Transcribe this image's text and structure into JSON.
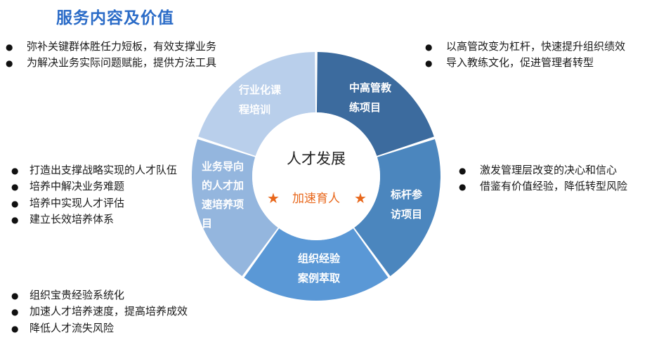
{
  "title": "服务内容及价值",
  "colors": {
    "title": "#2a6bc7",
    "accent": "#e8671b",
    "segments": [
      "#3c6b9e",
      "#4b86be",
      "#5a98d6",
      "#94b6de",
      "#b9cfeb"
    ]
  },
  "bullets_top_left": [
    "弥补关键群体胜任力短板，有效支撑业务",
    "为解决业务实际问题赋能，提供方法工具"
  ],
  "bullets_top_right": [
    "以高管改变为杠杆，快速提升组织绩效",
    "导入教练文化，促进管理者转型"
  ],
  "bullets_mid_left": [
    "打造出支撑战略实现的人才队伍",
    "培养中解决业务难题",
    "培养中实现人才评估",
    "建立长效培养体系"
  ],
  "bullets_mid_right": [
    "激发管理层改变的决心和信心",
    "借鉴有价值经验，降低转型风险"
  ],
  "bullets_bottom_left": [
    "组织宝贵经验系统化",
    "加速人才培养速度，提高培养成效",
    "降低人才流失风险"
  ],
  "center": {
    "title": "人才发展",
    "subtitle": "加速育人",
    "star_icon": "star-icon"
  },
  "segments": {
    "s1": [
      "中高管教",
      "练项目"
    ],
    "s2": [
      "标杆参",
      "访项目"
    ],
    "s3": [
      "组织经验",
      "案例萃取"
    ],
    "s4": [
      "业务导向",
      "的人才加",
      "速培养项",
      "目"
    ],
    "s5": [
      "行业化课",
      "程培训"
    ]
  }
}
